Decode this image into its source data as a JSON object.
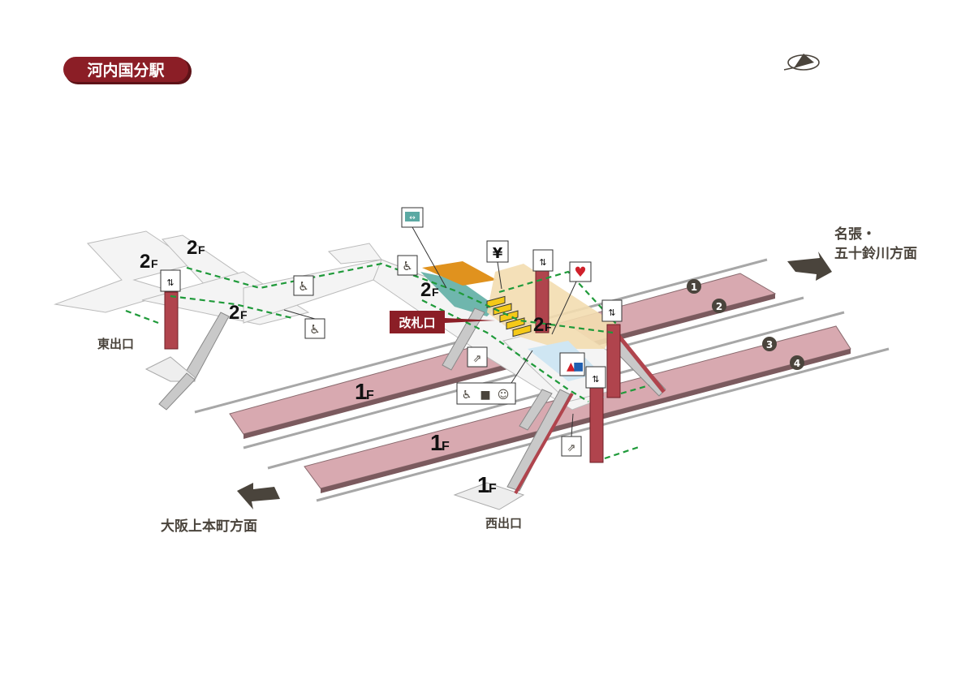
{
  "title": "河内国分駅",
  "colors": {
    "brand": "#8b1e26",
    "platform": "#d8a9b0",
    "walkway": "#f4f4f4",
    "concourse": "#f3ddb0",
    "teal": "#6fb6ad",
    "orange": "#e0921e",
    "route": "#1f9a3a",
    "text": "#4a443c"
  },
  "directions": {
    "east_line1": "名張・",
    "east_line2": "五十鈴川方面",
    "west": "大阪上本町方面"
  },
  "exits": {
    "east": "東出口",
    "west": "西出口"
  },
  "gate": "改札口",
  "floors": {
    "upper": "2",
    "lower": "1",
    "suffix": "F"
  },
  "platform_numbers": [
    "1",
    "2",
    "3",
    "4"
  ],
  "icons": [
    "compass-icon",
    "transfer-sign-icon",
    "ticket-yen-icon",
    "elevator-icon",
    "aed-icon",
    "restroom-icon",
    "wheelchair-slope-icon",
    "escalator-icon",
    "accessible-toilet-icon"
  ]
}
